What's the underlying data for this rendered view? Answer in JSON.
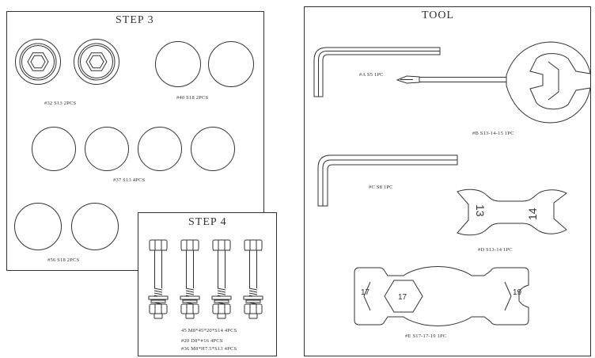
{
  "step3": {
    "title": "STEP 3",
    "labels": {
      "nuts_32": "#32 S13 2PCS",
      "caps_40": "#40 S18 2PCS",
      "caps_37": "#37 S13 4PCS",
      "caps_56": "#56 S18 2PCS"
    }
  },
  "step4": {
    "title": "STEP 4",
    "lines": [
      "45 M8*45*20*S14 4PCS",
      "#20 D8*⋄16 4PCS",
      "#36 M8*H7.5*S13 4PCS"
    ]
  },
  "tool": {
    "title": "TOOL",
    "labels": {
      "a": "#A S5 1PC",
      "b": "#B S13-14-15 1PC",
      "c": "#C S8 1PC",
      "d": "#D S13-14 1PC",
      "e": "#E S17-17-19 1PC"
    },
    "wrench_d": {
      "left": "13",
      "right": "14"
    },
    "wrench_e": {
      "left": "17",
      "center": "17",
      "right": "19"
    }
  },
  "icons": [
    "hex-nut-icon",
    "round-cap-icon",
    "bolt-icon",
    "hex-key-icon",
    "screwdriver-wrench-icon",
    "open-end-wrench-icon",
    "flat-spanner-icon"
  ]
}
